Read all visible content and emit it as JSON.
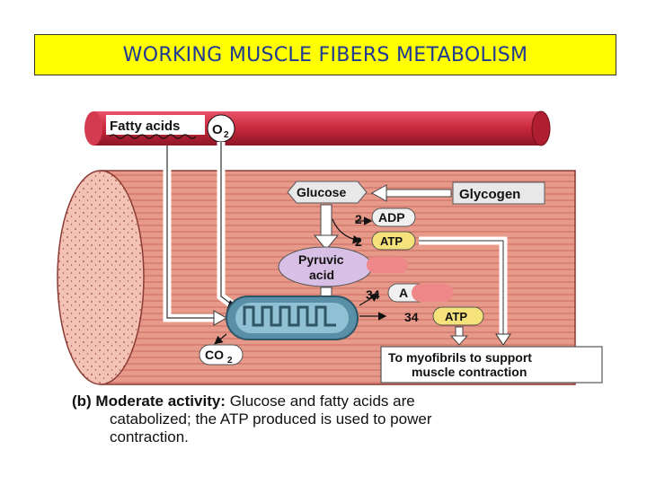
{
  "title": "WORKING MUSCLE FIBERS  METABOLISM",
  "labels": {
    "fatty_acids": "Fatty acids",
    "o2": "O",
    "o2_sub": "2",
    "glucose": "Glucose",
    "glycogen": "Glycogen",
    "adp_count": "2",
    "adp": "ADP",
    "atp_count": "2",
    "atp": "ATP",
    "pyruvic_1": "Pyruvic",
    "pyruvic_2": "acid",
    "a34_count": "34",
    "a34": "A",
    "atp34_count": "34",
    "atp34": "ATP",
    "co2": "CO",
    "co2_sub": "2",
    "myofibrils_1": "To myofibrils to support",
    "myofibrils_2": "muscle contraction"
  },
  "caption": {
    "prefix": "(b) Moderate activity:",
    "line1_rest": " Glucose and fatty acids are",
    "line2": "catabolized; the ATP produced is used to power",
    "line3": "contraction."
  },
  "colors": {
    "title_bg": "#ffff00",
    "title_text": "#1f3a93",
    "vessel": "#c8283c",
    "fiber": "#e89a8a",
    "fiber_end": "#f4c2b4",
    "atp_fill": "#f5e27a",
    "adp_fill": "#f0f0f0",
    "pyruvic_fill": "#d8bfe6",
    "mito_fill": "#5a8fa8"
  }
}
